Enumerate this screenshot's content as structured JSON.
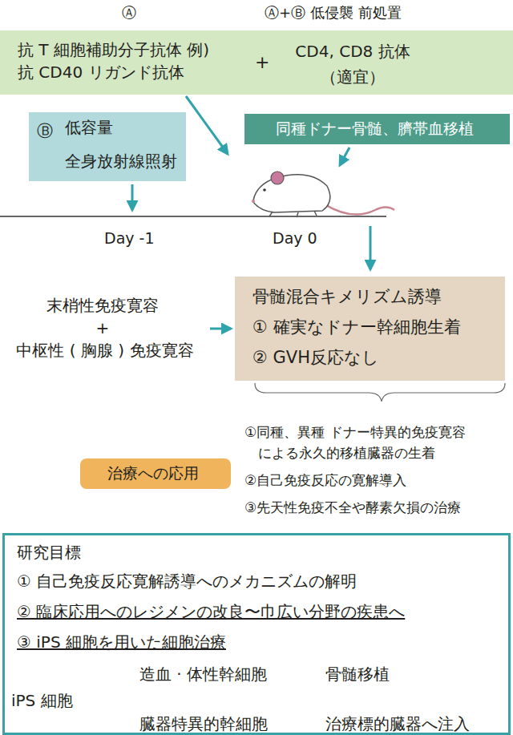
{
  "diagram": {
    "nodes": [
      {
        "text": [
          "抗 T 細胞補助分子抗体 例) 抗 CD40 リガンド抗体",
          "+",
          "CD4, CD8 抗体 （適宜）"
        ]
      },
      {
        "text": [
          "Ⓑ",
          "低容量 全身放射線照射"
        ]
      },
      {
        "text": [
          "同種ドナー骨髄、臍帯血移植"
        ]
      },
      {
        "text": [
          "骨髄混合キメリズム誘導",
          "① 確実なドナー幹細胞生着",
          "② GVH反応なし"
        ]
      },
      {
        "text": [
          "治療への応用"
        ]
      },
      {
        "text": [
          "研究目標",
          "① 自己免疫反応寛解誘導へのメカニズムの解明",
          "② 臨床応用へのレジメンの改良〜巾広い分野の疾患へ",
          "③ iPS 細胞を用いた細胞治療",
          "iPS 細胞",
          "造血 · 体性幹細胞",
          "骨髄移植",
          "臓器特異的幹細胞",
          "治療標的臓器へ注入"
        ]
      }
    ],
    "labels": [
      "Ⓐ",
      "Ⓐ+Ⓑ 低侵襲 前処置",
      "Day -1",
      "Day 0",
      "末梢性免疫寛容",
      "+",
      "中枢性 ( 胸腺 ) 免疫寛容",
      "①同種、異種 ドナー特異的免疫寛容 による永久的移植臓器の生着",
      "②自己免疫反応の寛解導入",
      "③先天性免疫不全や酵素欠損の治療"
    ]
  }
}
